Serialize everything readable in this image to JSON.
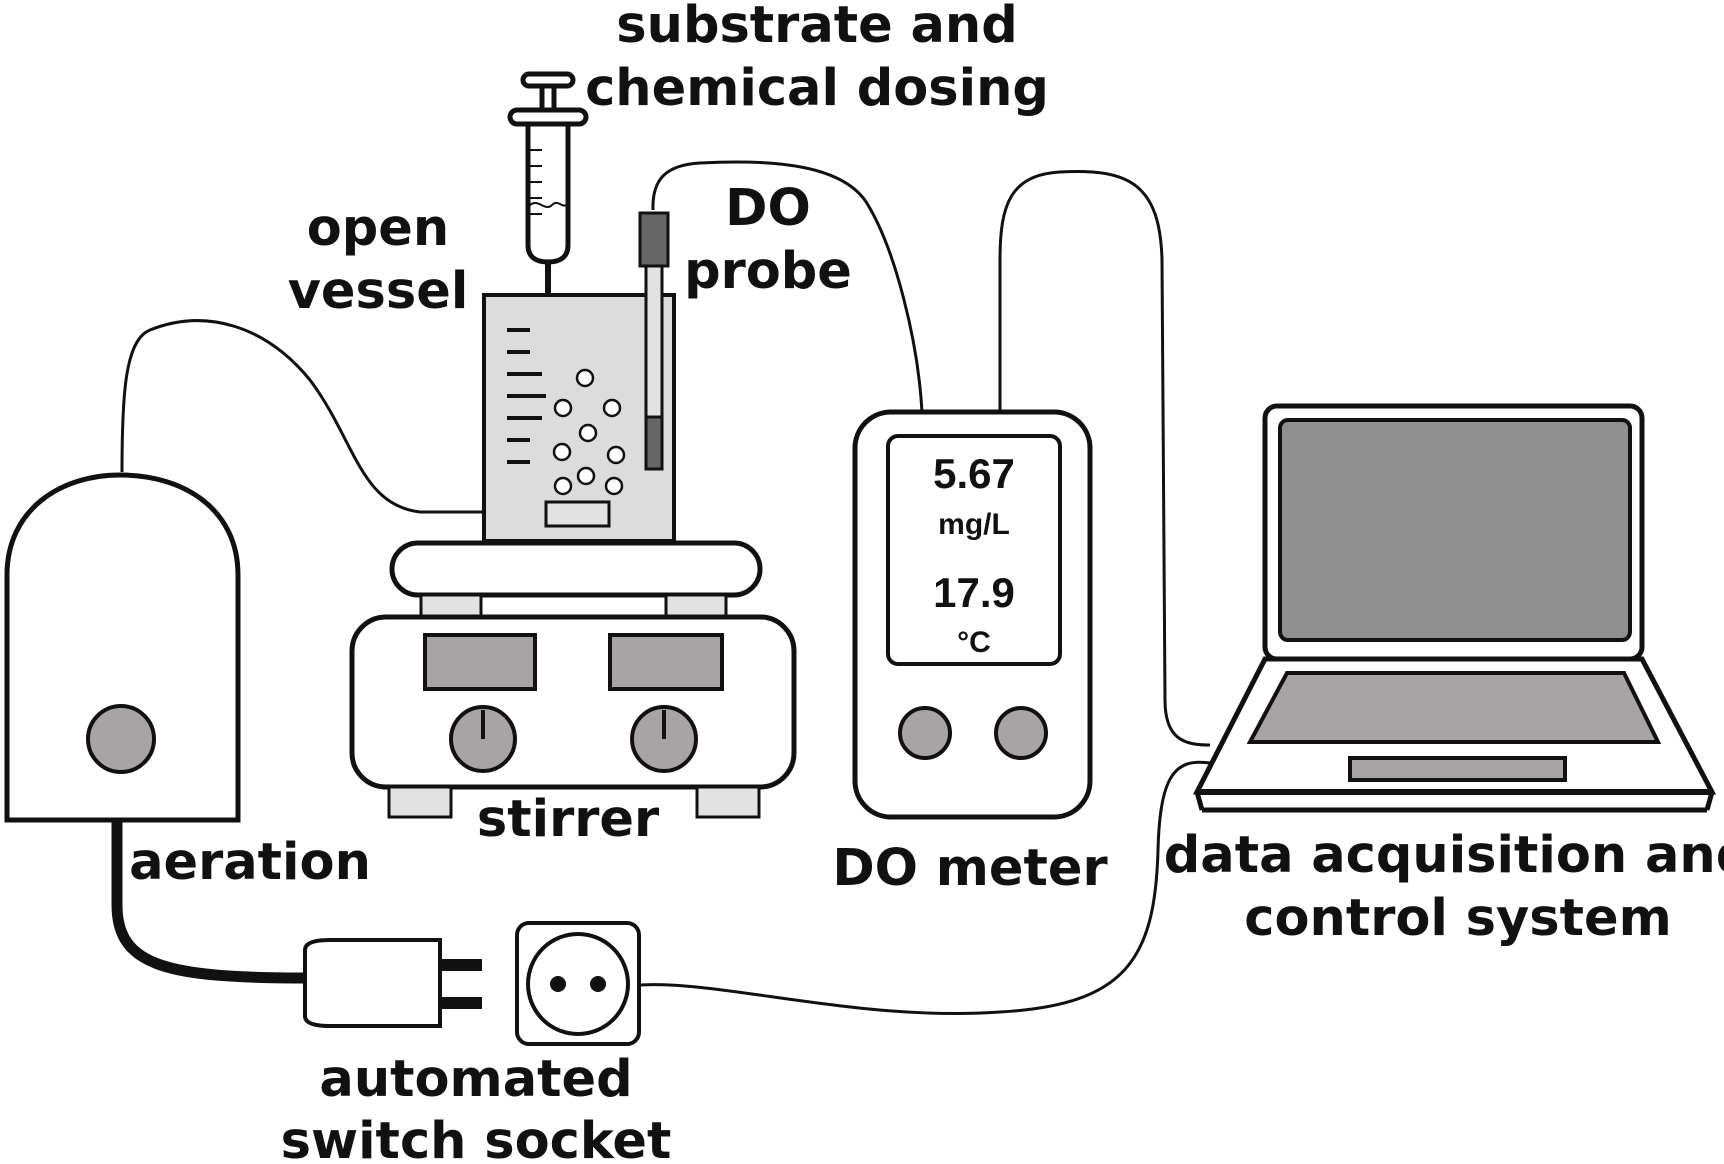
{
  "labels": {
    "dosing_line1": "substrate and",
    "dosing_line2": "chemical dosing",
    "vessel_line1": "open",
    "vessel_line2": "vessel",
    "probe_line1": "DO",
    "probe_line2": "probe",
    "stirrer": "stirrer",
    "aeration": "aeration",
    "meter": "DO meter",
    "daq_line1": "data acquisition and",
    "daq_line2": "control system",
    "socket_line1": "automated",
    "socket_line2": "switch socket"
  },
  "meter_display": {
    "oxygen_value": "5.67",
    "oxygen_unit": "mg/L",
    "temperature_value": "17.9",
    "temperature_unit": "°C"
  },
  "colors": {
    "line": "#111111",
    "panel_gray": "#a8a4a6",
    "light_gray": "#e2e2e2",
    "liquid_gray": "#dcdcdc",
    "screen_gray": "#8f8f8f",
    "probe_gray": "#666666"
  }
}
